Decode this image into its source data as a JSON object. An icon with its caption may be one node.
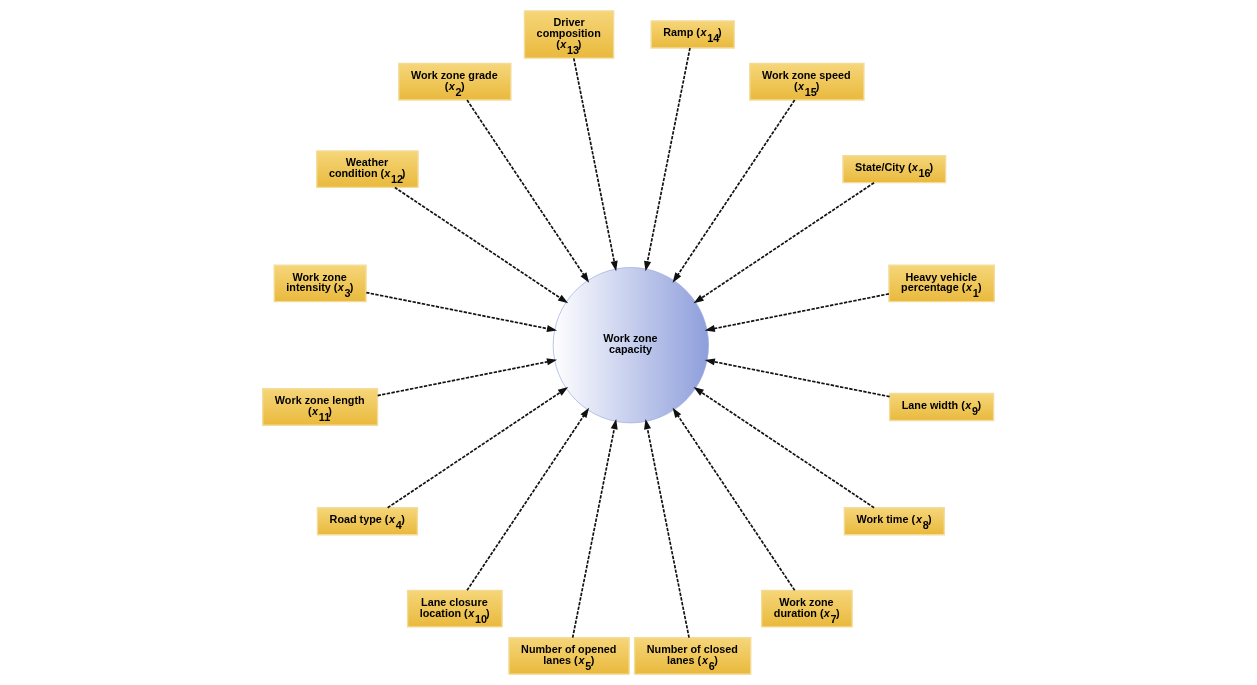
{
  "diagram": {
    "nodes": [
      {
        "text": [
          "Heavy vehicle percentage (*x*$_{1}$)"
        ]
      },
      {
        "text": [
          "State/City (*x*$_{16}$)"
        ]
      },
      {
        "text": [
          "Work zone speed (*x*$_{15}$)"
        ]
      },
      {
        "text": [
          "Ramp (*x*$_{14}$)"
        ]
      },
      {
        "text": [
          "Driver composition (*x*$_{13}$)"
        ]
      },
      {
        "text": [
          "Work zone grade (*x*$_{2}$)"
        ]
      },
      {
        "text": [
          "Weather condition (*x*$_{12}$)"
        ]
      },
      {
        "text": [
          "Work zone intensity (*x*$_{3}$)"
        ]
      },
      {
        "text": [
          "Work zone capacity"
        ]
      },
      {
        "text": [
          "Work zone length (*x*$_{11}$)"
        ]
      },
      {
        "text": [
          "Road type (*x*$_{4}$)"
        ]
      },
      {
        "text": [
          "Lane closure location (*x*$_{10}$)"
        ]
      },
      {
        "text": [
          "Number of opened lanes (*x*$_{5}$)"
        ]
      },
      {
        "text": [
          "Number of closed lanes (*x*$_{6}$)"
        ]
      },
      {
        "text": [
          "Work zone duration (*x*$_{7}$)"
        ]
      },
      {
        "text": [
          "Work time (*x*$_{8}$)"
        ]
      },
      {
        "text": [
          "Lane width (*x*$_{9}$)"
        ]
      }
    ],
    "edges": [
      {
        "from": 0,
        "to": 8,
        "arrow": "to",
        "style": "dashed"
      },
      {
        "from": 1,
        "to": 8,
        "arrow": "to",
        "style": "dashed"
      },
      {
        "from": 2,
        "to": 8,
        "arrow": "to",
        "style": "dashed"
      },
      {
        "from": 3,
        "to": 8,
        "arrow": "to",
        "style": "dashed"
      },
      {
        "from": 4,
        "to": 8,
        "arrow": "to",
        "style": "dashed"
      },
      {
        "from": 6,
        "to": 8,
        "arrow": "to",
        "style": "dashed"
      },
      {
        "from": 9,
        "to": 8,
        "arrow": "to",
        "style": "dashed"
      },
      {
        "from": 11,
        "to": 8,
        "arrow": "to",
        "style": "dashed"
      },
      {
        "from": 16,
        "to": 8,
        "arrow": "to",
        "style": "dashed"
      },
      {
        "from": 15,
        "to": 8,
        "arrow": "to",
        "style": "dashed"
      },
      {
        "from": 14,
        "to": 8,
        "arrow": "to",
        "style": "dashed"
      },
      {
        "from": 13,
        "to": 8,
        "arrow": "to",
        "style": "dashed"
      },
      {
        "from": 12,
        "to": 8,
        "arrow": "to",
        "style": "dashed"
      },
      {
        "from": 10,
        "to": 8,
        "arrow": "to",
        "style": "dashed"
      },
      {
        "from": 7,
        "to": 8,
        "arrow": "to",
        "style": "dashed"
      },
      {
        "from": 5,
        "to": 8,
        "arrow": "to",
        "style": "dashed"
      }
    ]
  }
}
